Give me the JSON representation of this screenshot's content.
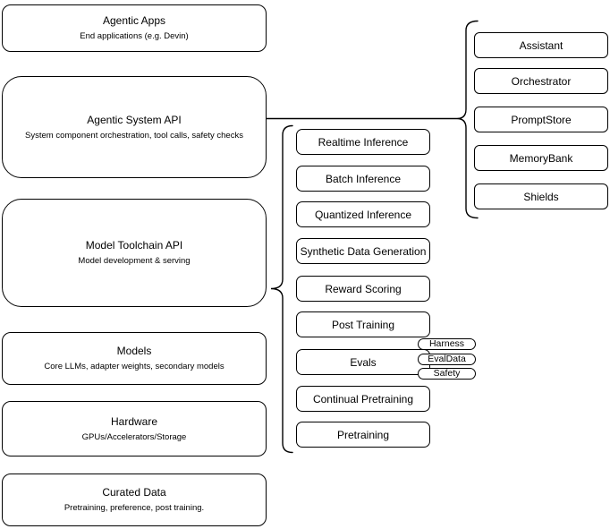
{
  "layers": [
    {
      "title": "Agentic Apps",
      "subtitle": "End applications (e.g. Devin)"
    },
    {
      "title": "Agentic System API",
      "subtitle": "System component orchestration, tool calls, safety checks"
    },
    {
      "title": "Model Toolchain API",
      "subtitle": "Model development & serving"
    },
    {
      "title": "Models",
      "subtitle": "Core LLMs, adapter weights, secondary models"
    },
    {
      "title": "Hardware",
      "subtitle": "GPUs/Accelerators/Storage"
    },
    {
      "title": "Curated Data",
      "subtitle": "Pretraining, preference, post training."
    }
  ],
  "toolchain_services": [
    "Realtime Inference",
    "Batch Inference",
    "Quantized Inference",
    "Synthetic Data Generation",
    "Reward Scoring",
    "Post Training",
    "Evals",
    "Continual Pretraining",
    "Pretraining"
  ],
  "eval_tags": [
    "Harness",
    "EvalData",
    "Safety"
  ],
  "system_components": [
    "Assistant",
    "Orchestrator",
    "PromptStore",
    "MemoryBank",
    "Shields"
  ],
  "colors": {
    "background": "#ffffff",
    "node_fill": "#ffffff",
    "stroke": "#000000",
    "text": "#000000"
  }
}
